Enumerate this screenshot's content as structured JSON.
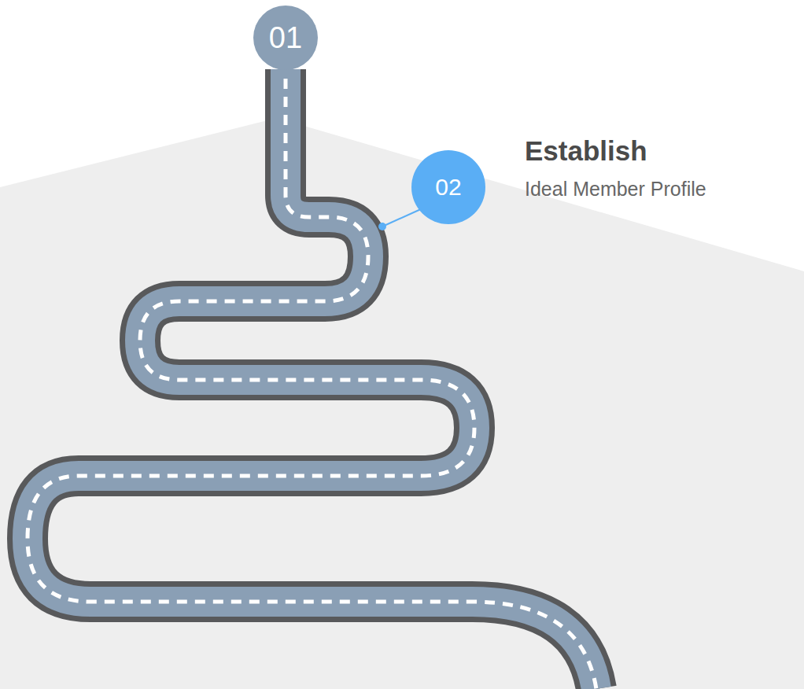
{
  "diagram": {
    "nodes": [
      {
        "text": [
          "01"
        ]
      },
      {
        "text": [
          "02"
        ]
      }
    ],
    "labels": [
      "Establish",
      "Ideal Member Profile"
    ]
  }
}
